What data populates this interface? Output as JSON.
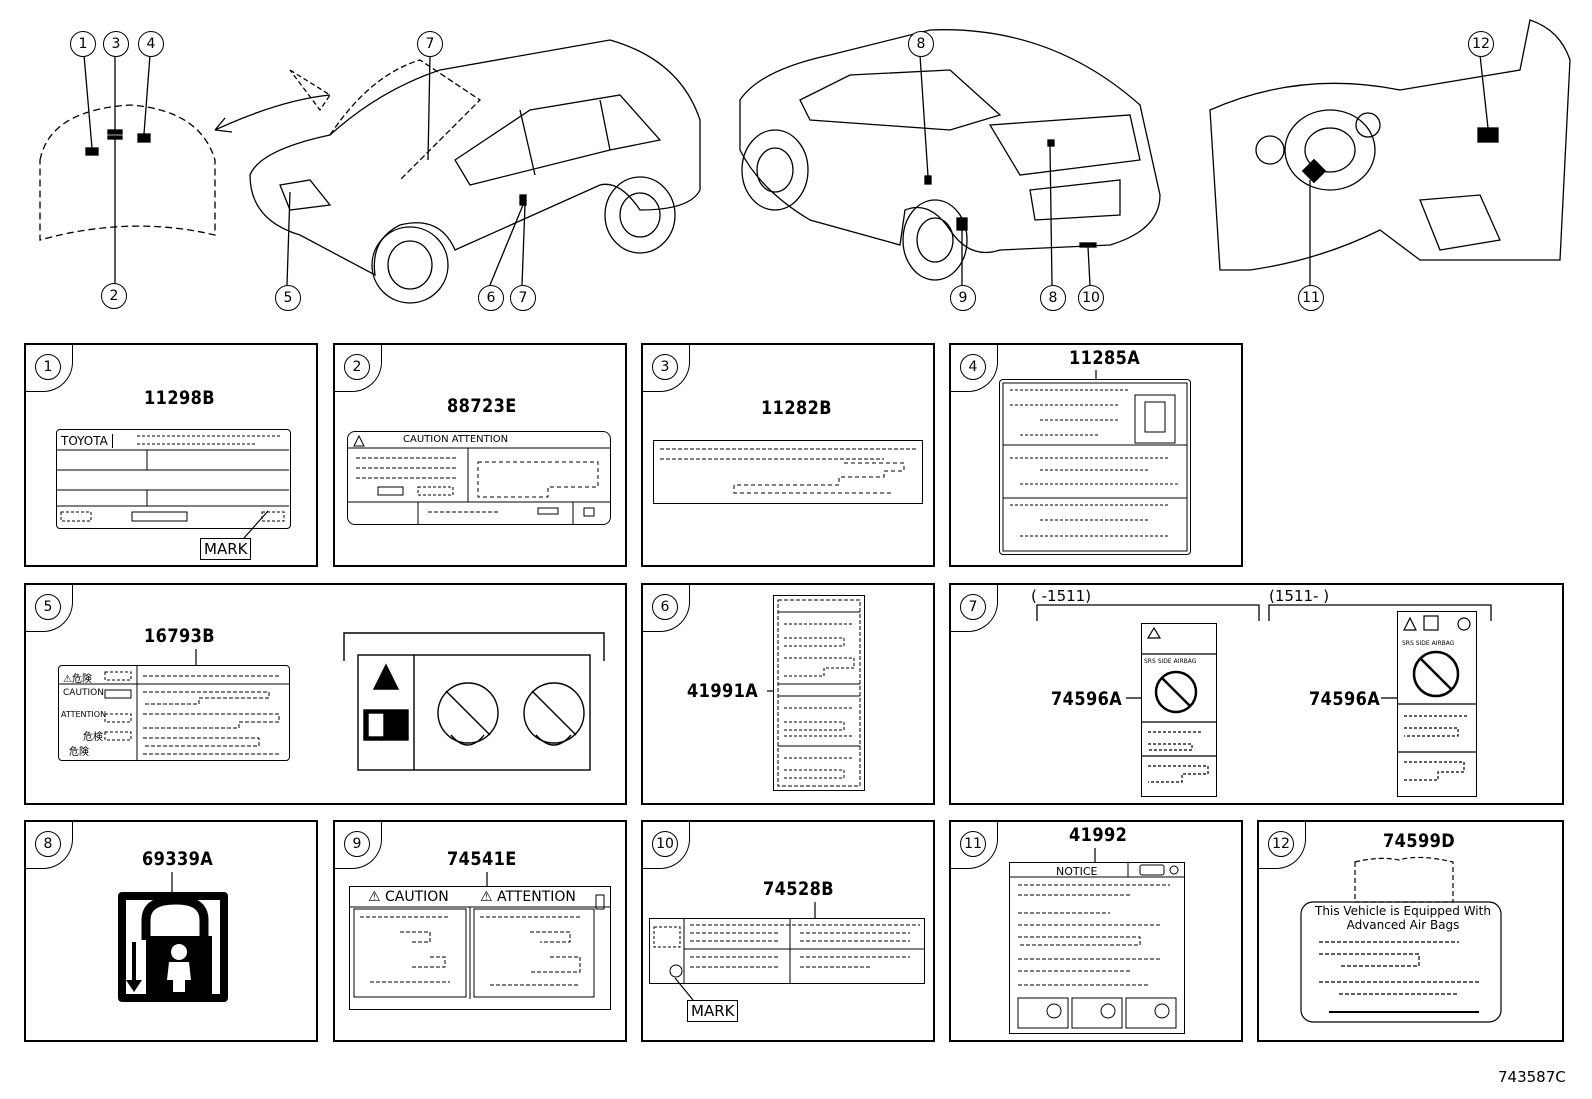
{
  "overview": {
    "callouts": [
      "1",
      "2",
      "3",
      "4",
      "5",
      "6",
      "7",
      "7",
      "8",
      "8",
      "9",
      "10",
      "11",
      "12"
    ]
  },
  "panels": [
    {
      "num": "1",
      "part": "11298B",
      "brand": "TOYOTA",
      "mark": "MARK"
    },
    {
      "num": "2",
      "part": "88723E",
      "header": "CAUTION  ATTENTION"
    },
    {
      "num": "3",
      "part": "11282B"
    },
    {
      "num": "4",
      "part": "11285A"
    },
    {
      "num": "5",
      "part": "16793B",
      "rows": [
        "⚠危険",
        "CAUTION",
        "ATTENTION",
        "危検",
        "危険"
      ]
    },
    {
      "num": "6",
      "part": "41991A"
    },
    {
      "num": "7",
      "part_left": "74596A",
      "part_right": "74596A",
      "range_left": "(      -1511)",
      "range_right": "(1511-      )",
      "airbag_text": "SRS  SIDE  AIRBAG"
    },
    {
      "num": "8",
      "part": "69339A"
    },
    {
      "num": "9",
      "part": "74541E",
      "caution": "⚠ CAUTION",
      "attention": "⚠ ATTENTION"
    },
    {
      "num": "10",
      "part": "74528B",
      "mark": "MARK"
    },
    {
      "num": "11",
      "part": "41992",
      "notice": "NOTICE"
    },
    {
      "num": "12",
      "part": "74599D",
      "airbag_line1": "This Vehicle is Equipped With",
      "airbag_line2": "Advanced  Air  Bags"
    }
  ],
  "footer": {
    "diagram_id": "743587C"
  }
}
